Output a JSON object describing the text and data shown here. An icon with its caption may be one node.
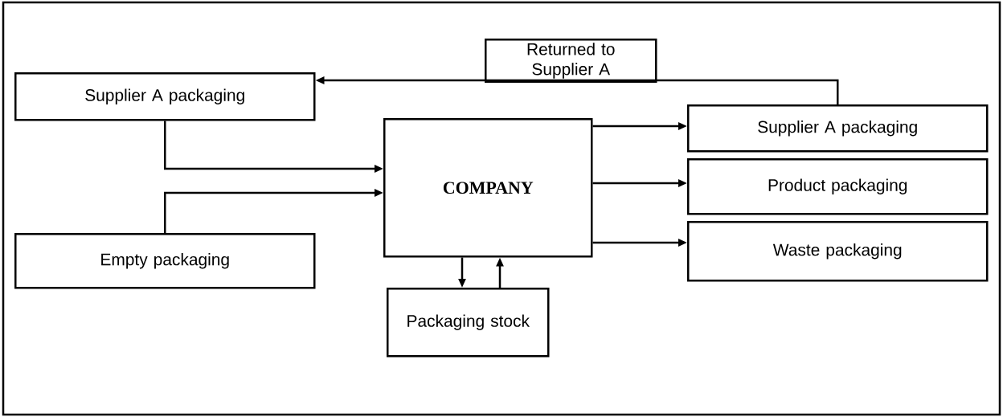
{
  "diagram": {
    "nodes": [
      {
        "text": [
          "Returned to Supplier A"
        ]
      },
      {
        "text": [
          "Supplier A packaging"
        ]
      },
      {
        "text": [
          "COMPANY"
        ]
      },
      {
        "text": [
          "Supplier A packaging"
        ]
      },
      {
        "text": [
          "Product packaging"
        ]
      },
      {
        "text": [
          "Waste packaging"
        ]
      },
      {
        "text": [
          "Empty packaging"
        ]
      },
      {
        "text": [
          "Packaging stock"
        ]
      }
    ],
    "edges": [
      {
        "from": 3,
        "to": 1,
        "arrow": "to"
      },
      {
        "from": 1,
        "to": 2,
        "arrow": "to"
      },
      {
        "from": 6,
        "to": 2,
        "arrow": "to"
      },
      {
        "from": 2,
        "to": 3,
        "arrow": "to"
      },
      {
        "from": 2,
        "to": 4,
        "arrow": "to"
      },
      {
        "from": 2,
        "to": 5,
        "arrow": "to"
      },
      {
        "from": 2,
        "to": 7,
        "arrow": "to"
      },
      {
        "from": 7,
        "to": 2,
        "arrow": "to"
      }
    ]
  }
}
